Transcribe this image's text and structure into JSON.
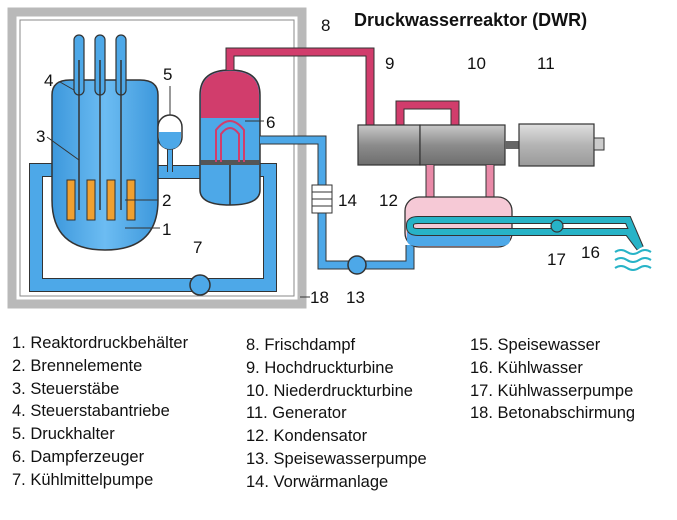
{
  "title": "Druckwasserreaktor (DWR)",
  "colors": {
    "primary_water": "#4da8e8",
    "steam": "#d13d6c",
    "cooling_water": "#27b3c7",
    "turbine": "#9a9a9a",
    "fuel": "#f0a030",
    "shield": "#b9b9b9"
  },
  "diagram_labels": [
    "1",
    "2",
    "3",
    "4",
    "5",
    "6",
    "7",
    "8",
    "9",
    "10",
    "11",
    "12",
    "13",
    "14",
    "16",
    "17",
    "18"
  ],
  "legend": {
    "col1": [
      "1. Reaktordruckbehälter",
      "2. Brennelemente",
      "3. Steuerstäbe",
      "4. Steuerstabantriebe",
      "5. Druckhalter",
      "6. Dampferzeuger",
      "7. Kühlmittelpumpe"
    ],
    "col2": [
      "8. Frischdampf",
      "9. Hochdruckturbine",
      "10. Niederdruckturbine",
      "11. Generator",
      "12. Kondensator",
      "13. Speisewasserpumpe",
      "14. Vorwärmanlage"
    ],
    "col3": [
      "15. Speisewasser",
      "16. Kühlwasser",
      "17. Kühlwasserpumpe",
      "18. Betonabschirmung"
    ]
  }
}
